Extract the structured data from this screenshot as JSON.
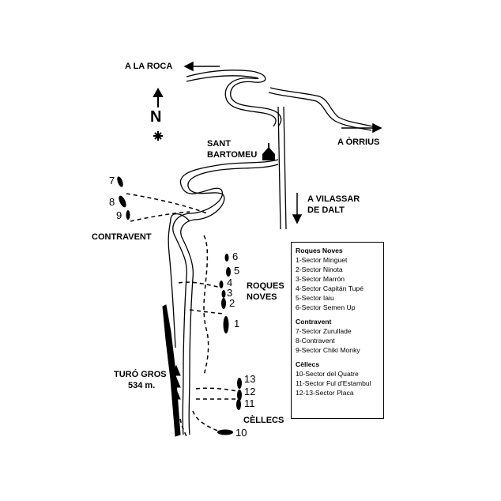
{
  "labels": {
    "a_la_roca": "A LA ROCA",
    "a_orrius": "A ÒRRIUS",
    "sant_bartomeu_1": "SANT",
    "sant_bartomeu_2": "BARTOMEU",
    "a_vilassar_1": "A VILASSAR",
    "a_vilassar_2": "DE DALT",
    "contravent": "CONTRAVENT",
    "roques_noves_1": "ROQUES",
    "roques_noves_2": "NOVES",
    "turo_gros_1": "TURÓ GROS",
    "turo_gros_2": "534 m.",
    "cellecs": "CÈLLECS",
    "north": "N"
  },
  "sector_numbers": [
    "1",
    "2",
    "3",
    "4",
    "5",
    "6",
    "7",
    "8",
    "9",
    "10",
    "11",
    "12",
    "13"
  ],
  "legend": {
    "sections": [
      {
        "title": "Roques Noves",
        "items": [
          "1-Sector Minguet",
          "2-Sector Ninota",
          "3-Sector Marrón",
          "4-Sector Capitán Tupé",
          "5-Sector Iaiu",
          "6-Sector Semen Up"
        ]
      },
      {
        "title": "Contravent",
        "items": [
          "7-Sector Zurullade",
          "8-Contravent",
          "9-Sector Chiki Monky"
        ]
      },
      {
        "title": "Cèllecs",
        "items": [
          "10-Sector del Quatre",
          "11-Sector Ful d'Estambul",
          "12-13-Sector Placa"
        ]
      }
    ]
  },
  "colors": {
    "ink": "#000000",
    "paper": "#ffffff"
  }
}
